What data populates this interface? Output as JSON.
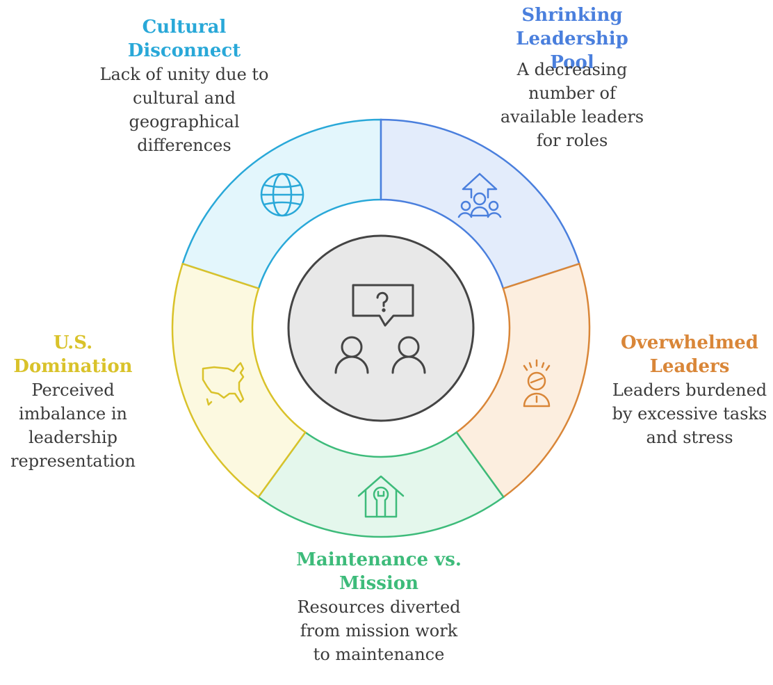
{
  "colors": {
    "cultural": "#29A8D8",
    "leadership": "#4A7FDD",
    "overwhelmed": "#D98638",
    "maintenance": "#3DBB7A",
    "domination": "#D9C22A",
    "center_fill": "#E8E8E8",
    "center_stroke": "#444444"
  },
  "center": {
    "icon": "people-question-icon"
  },
  "segments": [
    {
      "key": "cultural",
      "icon": "globe-icon",
      "title": "Cultural Disconnect",
      "description": "Lack of unity due to cultural and geographical differences"
    },
    {
      "key": "leadership",
      "icon": "people-arrow-up-icon",
      "title": "Shrinking Leadership Pool",
      "description": "A decreasing number of available leaders for roles"
    },
    {
      "key": "overwhelmed",
      "icon": "stressed-person-icon",
      "title": "Overwhelmed Leaders",
      "description": "Leaders burdened by excessive tasks and stress"
    },
    {
      "key": "maintenance",
      "icon": "house-wrench-icon",
      "title": "Maintenance vs. Mission",
      "description": "Resources diverted from mission work to maintenance"
    },
    {
      "key": "domination",
      "icon": "us-map-icon",
      "title": "U.S. Domination",
      "description": "Perceived imbalance in leadership representation"
    }
  ]
}
